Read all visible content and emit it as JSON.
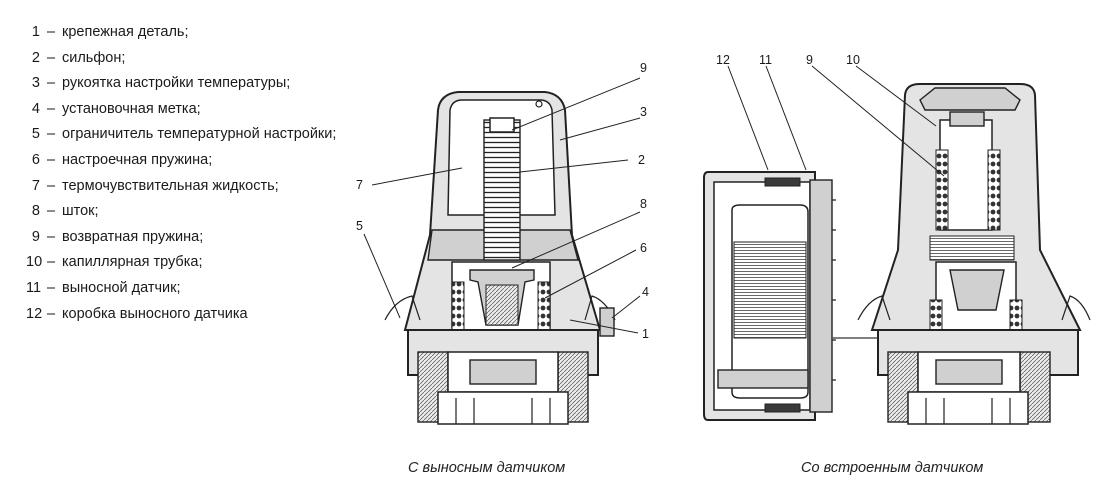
{
  "legend": [
    {
      "num": "1",
      "text": "крепежная деталь;"
    },
    {
      "num": "2",
      "text": "сильфон;"
    },
    {
      "num": "3",
      "text": "рукоятка настройки температуры;"
    },
    {
      "num": "4",
      "text": "установочная метка;"
    },
    {
      "num": "5",
      "text": "ограничитель температурной настройки;"
    },
    {
      "num": "6",
      "text": "настроечная пружина;"
    },
    {
      "num": "7",
      "text": "термочувствительная жидкость;"
    },
    {
      "num": "8",
      "text": "шток;"
    },
    {
      "num": "9",
      "text": "возвратная пружина;"
    },
    {
      "num": "10",
      "text": "капиллярная трубка;"
    },
    {
      "num": "11",
      "text": "выносной датчик;"
    },
    {
      "num": "12",
      "text": "коробка выносного датчика"
    }
  ],
  "dash": "–",
  "captions": {
    "left": "С выносным датчиком",
    "right": "Со встроенным датчиком"
  },
  "callouts": {
    "left": {
      "c9": "9",
      "c3": "3",
      "c2": "2",
      "c7": "7",
      "c8": "8",
      "c6": "6",
      "c5": "5",
      "c4": "4",
      "c1": "1"
    },
    "right": {
      "c12": "12",
      "c11": "11",
      "c9": "9",
      "c10": "10"
    }
  }
}
